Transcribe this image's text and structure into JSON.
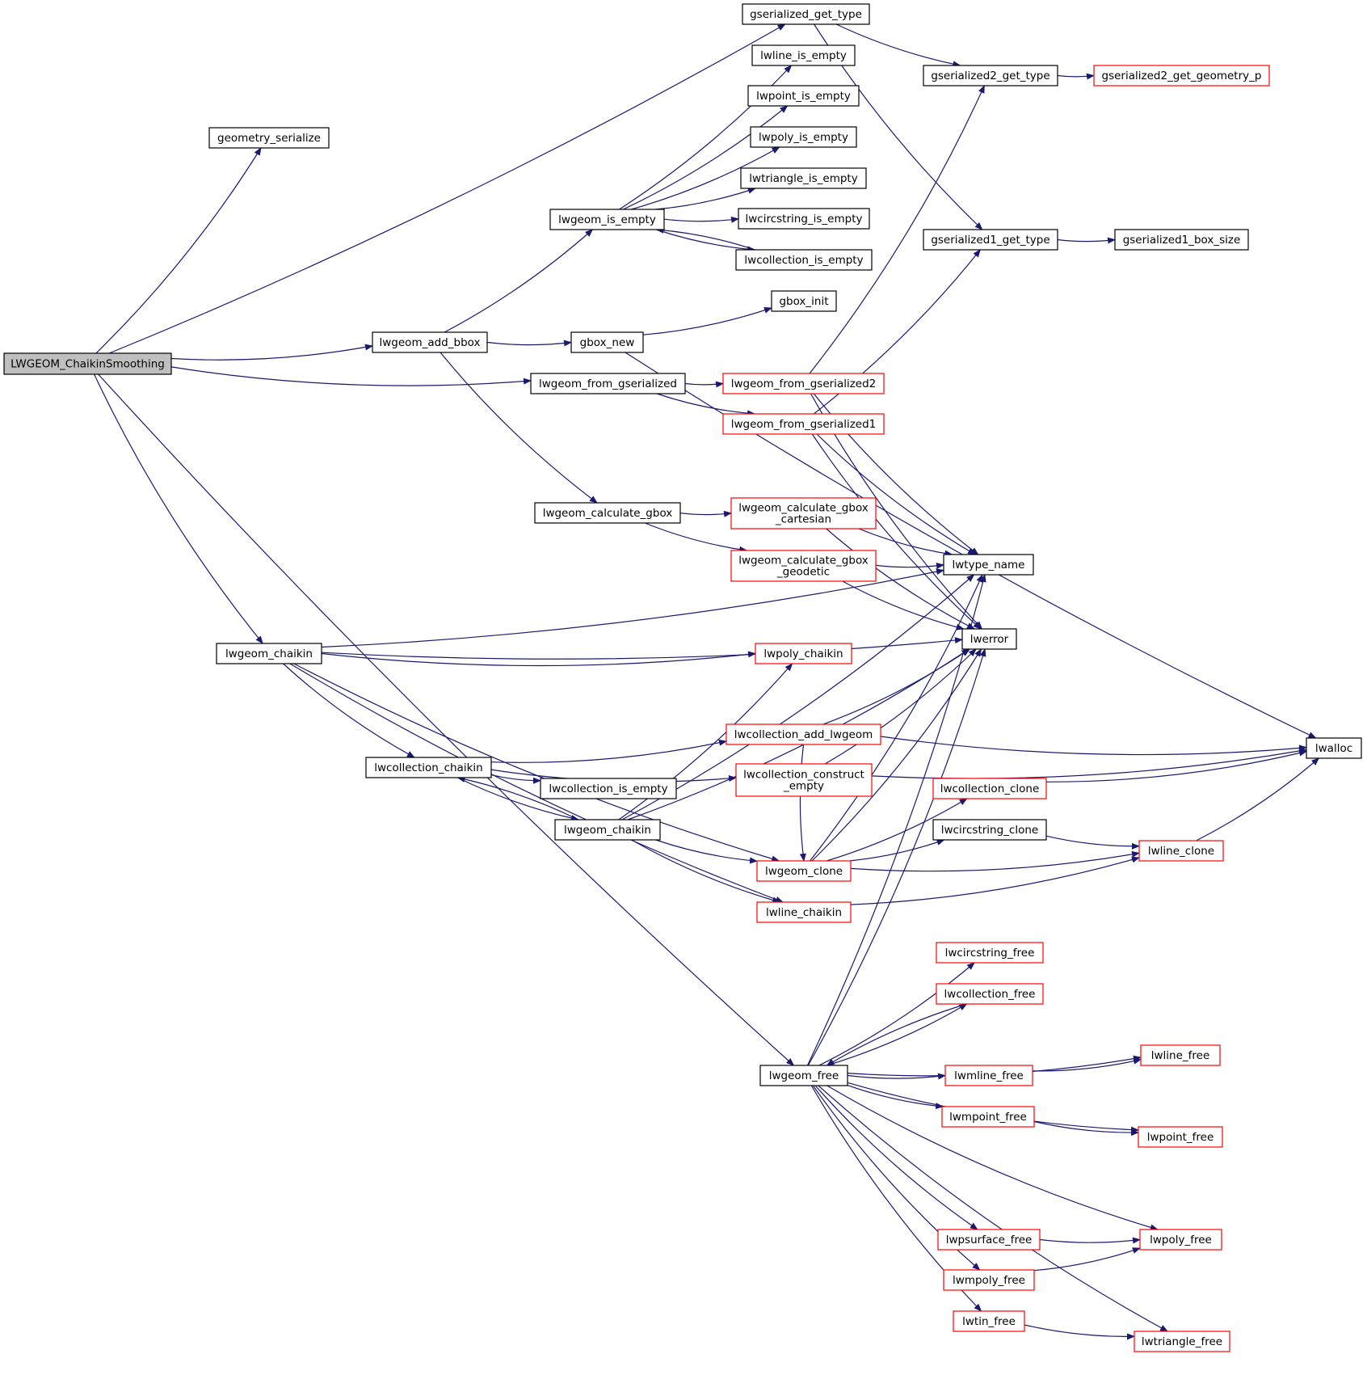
{
  "colors": {
    "edge": "#191970",
    "box_border_normal": "#000000",
    "box_border_truncated": "#ff0000",
    "box_fill_root": "#bfbfbf",
    "box_fill": "#ffffff"
  },
  "nodes": [
    {
      "id": "root",
      "label": "LWGEOM_ChaikinSmoothing",
      "style": "root"
    },
    {
      "id": "geometry_serialize",
      "label": "geometry_serialize",
      "style": "normal"
    },
    {
      "id": "gserialized_get_type",
      "label": "gserialized_get_type",
      "style": "normal"
    },
    {
      "id": "lwgeom_add_bbox",
      "label": "lwgeom_add_bbox",
      "style": "normal"
    },
    {
      "id": "lwgeom_from_gserialized",
      "label": "lwgeom_from_gserialized",
      "style": "normal"
    },
    {
      "id": "lwgeom_chaikin_a",
      "label": "lwgeom_chaikin",
      "style": "normal"
    },
    {
      "id": "lwgeom_free",
      "label": "lwgeom_free",
      "style": "normal"
    },
    {
      "id": "gserialized2_get_type",
      "label": "gserialized2_get_type",
      "style": "normal"
    },
    {
      "id": "gserialized2_get_geometry_p",
      "label": "gserialized2_get_geometry_p",
      "style": "truncated"
    },
    {
      "id": "gserialized1_get_type",
      "label": "gserialized1_get_type",
      "style": "normal"
    },
    {
      "id": "gserialized1_box_size",
      "label": "gserialized1_box_size",
      "style": "normal"
    },
    {
      "id": "lwline_is_empty",
      "label": "lwline_is_empty",
      "style": "normal"
    },
    {
      "id": "lwpoint_is_empty",
      "label": "lwpoint_is_empty",
      "style": "normal"
    },
    {
      "id": "lwpoly_is_empty",
      "label": "lwpoly_is_empty",
      "style": "normal"
    },
    {
      "id": "lwtriangle_is_empty",
      "label": "lwtriangle_is_empty",
      "style": "normal"
    },
    {
      "id": "lwcircstring_is_empty",
      "label": "lwcircstring_is_empty",
      "style": "normal"
    },
    {
      "id": "lwcollection_is_empty_a",
      "label": "lwcollection_is_empty",
      "style": "normal"
    },
    {
      "id": "lwgeom_is_empty",
      "label": "lwgeom_is_empty",
      "style": "normal"
    },
    {
      "id": "gbox_init",
      "label": "gbox_init",
      "style": "normal"
    },
    {
      "id": "gbox_new",
      "label": "gbox_new",
      "style": "normal"
    },
    {
      "id": "lwgeom_from_gserialized2",
      "label": "lwgeom_from_gserialized2",
      "style": "truncated"
    },
    {
      "id": "lwgeom_from_gserialized1",
      "label": "lwgeom_from_gserialized1",
      "style": "truncated"
    },
    {
      "id": "lwgeom_calculate_gbox",
      "label": "lwgeom_calculate_gbox",
      "style": "normal"
    },
    {
      "id": "lwgeom_calculate_gbox_cartesian",
      "label": "lwgeom_calculate_gbox\n_cartesian",
      "style": "truncated"
    },
    {
      "id": "lwgeom_calculate_gbox_geodetic",
      "label": "lwgeom_calculate_gbox\n_geodetic",
      "style": "truncated"
    },
    {
      "id": "lwtype_name",
      "label": "lwtype_name",
      "style": "normal"
    },
    {
      "id": "lwerror",
      "label": "lwerror",
      "style": "normal"
    },
    {
      "id": "lwpoly_chaikin",
      "label": "lwpoly_chaikin",
      "style": "truncated"
    },
    {
      "id": "lwcollection_add_lwgeom",
      "label": "lwcollection_add_lwgeom",
      "style": "truncated"
    },
    {
      "id": "lwalloc",
      "label": "lwalloc",
      "style": "normal"
    },
    {
      "id": "lwcollection_chaikin",
      "label": "lwcollection_chaikin",
      "style": "normal"
    },
    {
      "id": "lwcollection_construct_empty",
      "label": "lwcollection_construct\n_empty",
      "style": "truncated"
    },
    {
      "id": "lwcollection_is_empty_b",
      "label": "lwcollection_is_empty",
      "style": "normal"
    },
    {
      "id": "lwcollection_clone",
      "label": "lwcollection_clone",
      "style": "truncated"
    },
    {
      "id": "lwgeom_chaikin_b",
      "label": "lwgeom_chaikin",
      "style": "normal"
    },
    {
      "id": "lwcircstring_clone",
      "label": "lwcircstring_clone",
      "style": "normal"
    },
    {
      "id": "lwline_clone",
      "label": "lwline_clone",
      "style": "truncated"
    },
    {
      "id": "lwgeom_clone",
      "label": "lwgeom_clone",
      "style": "truncated"
    },
    {
      "id": "lwline_chaikin",
      "label": "lwline_chaikin",
      "style": "truncated"
    },
    {
      "id": "lwcircstring_free",
      "label": "lwcircstring_free",
      "style": "truncated"
    },
    {
      "id": "lwcollection_free",
      "label": "lwcollection_free",
      "style": "truncated"
    },
    {
      "id": "lwline_free",
      "label": "lwline_free",
      "style": "truncated"
    },
    {
      "id": "lwmline_free",
      "label": "lwmline_free",
      "style": "truncated"
    },
    {
      "id": "lwmpoint_free",
      "label": "lwmpoint_free",
      "style": "truncated"
    },
    {
      "id": "lwpoint_free",
      "label": "lwpoint_free",
      "style": "truncated"
    },
    {
      "id": "lwpsurface_free",
      "label": "lwpsurface_free",
      "style": "truncated"
    },
    {
      "id": "lwpoly_free",
      "label": "lwpoly_free",
      "style": "truncated"
    },
    {
      "id": "lwmpoly_free",
      "label": "lwmpoly_free",
      "style": "truncated"
    },
    {
      "id": "lwtin_free",
      "label": "lwtin_free",
      "style": "truncated"
    },
    {
      "id": "lwtriangle_free",
      "label": "lwtriangle_free",
      "style": "truncated"
    }
  ],
  "edges": [
    {
      "from": "root",
      "to": "geometry_serialize"
    },
    {
      "from": "root",
      "to": "gserialized_get_type"
    },
    {
      "from": "root",
      "to": "lwgeom_add_bbox"
    },
    {
      "from": "root",
      "to": "lwgeom_from_gserialized"
    },
    {
      "from": "root",
      "to": "lwgeom_chaikin_a"
    },
    {
      "from": "root",
      "to": "lwgeom_free"
    },
    {
      "from": "gserialized_get_type",
      "to": "gserialized2_get_type"
    },
    {
      "from": "gserialized_get_type",
      "to": "gserialized1_get_type"
    },
    {
      "from": "gserialized2_get_type",
      "to": "gserialized2_get_geometry_p"
    },
    {
      "from": "gserialized1_get_type",
      "to": "gserialized1_box_size"
    },
    {
      "from": "lwgeom_add_bbox",
      "to": "lwgeom_is_empty"
    },
    {
      "from": "lwgeom_add_bbox",
      "to": "gbox_new"
    },
    {
      "from": "lwgeom_add_bbox",
      "to": "lwgeom_calculate_gbox"
    },
    {
      "from": "lwgeom_is_empty",
      "to": "lwline_is_empty"
    },
    {
      "from": "lwgeom_is_empty",
      "to": "lwpoint_is_empty"
    },
    {
      "from": "lwgeom_is_empty",
      "to": "lwpoly_is_empty"
    },
    {
      "from": "lwgeom_is_empty",
      "to": "lwtriangle_is_empty"
    },
    {
      "from": "lwgeom_is_empty",
      "to": "lwcircstring_is_empty"
    },
    {
      "from": "lwgeom_is_empty",
      "to": "lwcollection_is_empty_a"
    },
    {
      "from": "lwcollection_is_empty_a",
      "to": "lwgeom_is_empty"
    },
    {
      "from": "gbox_new",
      "to": "gbox_init"
    },
    {
      "from": "gbox_new",
      "to": "lwalloc"
    },
    {
      "from": "lwgeom_from_gserialized",
      "to": "lwgeom_from_gserialized2"
    },
    {
      "from": "lwgeom_from_gserialized",
      "to": "lwgeom_from_gserialized1"
    },
    {
      "from": "lwgeom_from_gserialized2",
      "to": "gserialized2_get_type"
    },
    {
      "from": "lwgeom_from_gserialized2",
      "to": "lwtype_name"
    },
    {
      "from": "lwgeom_from_gserialized2",
      "to": "lwerror"
    },
    {
      "from": "lwgeom_from_gserialized1",
      "to": "gserialized1_get_type"
    },
    {
      "from": "lwgeom_from_gserialized1",
      "to": "lwtype_name"
    },
    {
      "from": "lwgeom_from_gserialized1",
      "to": "lwerror"
    },
    {
      "from": "lwgeom_calculate_gbox",
      "to": "lwgeom_calculate_gbox_cartesian"
    },
    {
      "from": "lwgeom_calculate_gbox",
      "to": "lwgeom_calculate_gbox_geodetic"
    },
    {
      "from": "lwgeom_calculate_gbox_cartesian",
      "to": "lwtype_name"
    },
    {
      "from": "lwgeom_calculate_gbox_cartesian",
      "to": "lwerror"
    },
    {
      "from": "lwgeom_calculate_gbox_geodetic",
      "to": "lwtype_name"
    },
    {
      "from": "lwgeom_calculate_gbox_geodetic",
      "to": "lwerror"
    },
    {
      "from": "lwgeom_chaikin_a",
      "to": "lwtype_name"
    },
    {
      "from": "lwgeom_chaikin_a",
      "to": "lwerror"
    },
    {
      "from": "lwgeom_chaikin_a",
      "to": "lwpoly_chaikin"
    },
    {
      "from": "lwgeom_chaikin_a",
      "to": "lwcollection_chaikin"
    },
    {
      "from": "lwgeom_chaikin_a",
      "to": "lwgeom_clone"
    },
    {
      "from": "lwgeom_chaikin_a",
      "to": "lwline_chaikin"
    },
    {
      "from": "lwcollection_chaikin",
      "to": "lwcollection_add_lwgeom"
    },
    {
      "from": "lwcollection_chaikin",
      "to": "lwcollection_construct_empty"
    },
    {
      "from": "lwcollection_chaikin",
      "to": "lwcollection_is_empty_b"
    },
    {
      "from": "lwcollection_chaikin",
      "to": "lwgeom_chaikin_b"
    },
    {
      "from": "lwgeom_chaikin_b",
      "to": "lwcollection_chaikin"
    },
    {
      "from": "lwgeom_chaikin_b",
      "to": "lwpoly_chaikin"
    },
    {
      "from": "lwgeom_chaikin_b",
      "to": "lwtype_name"
    },
    {
      "from": "lwgeom_chaikin_b",
      "to": "lwerror"
    },
    {
      "from": "lwgeom_chaikin_b",
      "to": "lwgeom_clone"
    },
    {
      "from": "lwgeom_chaikin_b",
      "to": "lwline_chaikin"
    },
    {
      "from": "lwcollection_add_lwgeom",
      "to": "lwalloc"
    },
    {
      "from": "lwcollection_add_lwgeom",
      "to": "lwerror"
    },
    {
      "from": "lwcollection_add_lwgeom",
      "to": "lwgeom_clone"
    },
    {
      "from": "lwcollection_construct_empty",
      "to": "lwalloc"
    },
    {
      "from": "lwcollection_construct_empty",
      "to": "lwerror"
    },
    {
      "from": "lwgeom_clone",
      "to": "lwcollection_clone"
    },
    {
      "from": "lwgeom_clone",
      "to": "lwcircstring_clone"
    },
    {
      "from": "lwgeom_clone",
      "to": "lwline_clone"
    },
    {
      "from": "lwgeom_clone",
      "to": "lwtype_name"
    },
    {
      "from": "lwgeom_clone",
      "to": "lwerror"
    },
    {
      "from": "lwcollection_clone",
      "to": "lwalloc"
    },
    {
      "from": "lwcircstring_clone",
      "to": "lwline_clone"
    },
    {
      "from": "lwline_clone",
      "to": "lwalloc"
    },
    {
      "from": "lwline_chaikin",
      "to": "lwline_clone"
    },
    {
      "from": "lwgeom_free",
      "to": "lwcircstring_free"
    },
    {
      "from": "lwgeom_free",
      "to": "lwcollection_free"
    },
    {
      "from": "lwcollection_free",
      "to": "lwgeom_free"
    },
    {
      "from": "lwgeom_free",
      "to": "lwline_free"
    },
    {
      "from": "lwgeom_free",
      "to": "lwmline_free"
    },
    {
      "from": "lwgeom_free",
      "to": "lwmpoint_free"
    },
    {
      "from": "lwgeom_free",
      "to": "lwpoint_free"
    },
    {
      "from": "lwgeom_free",
      "to": "lwpsurface_free"
    },
    {
      "from": "lwgeom_free",
      "to": "lwpoly_free"
    },
    {
      "from": "lwgeom_free",
      "to": "lwmpoly_free"
    },
    {
      "from": "lwgeom_free",
      "to": "lwtin_free"
    },
    {
      "from": "lwgeom_free",
      "to": "lwtriangle_free"
    },
    {
      "from": "lwgeom_free",
      "to": "lwtype_name"
    },
    {
      "from": "lwgeom_free",
      "to": "lwerror"
    },
    {
      "from": "lwmline_free",
      "to": "lwline_free"
    },
    {
      "from": "lwmpoint_free",
      "to": "lwpoint_free"
    },
    {
      "from": "lwpsurface_free",
      "to": "lwpoly_free"
    },
    {
      "from": "lwmpoly_free",
      "to": "lwpoly_free"
    },
    {
      "from": "lwtin_free",
      "to": "lwtriangle_free"
    }
  ]
}
